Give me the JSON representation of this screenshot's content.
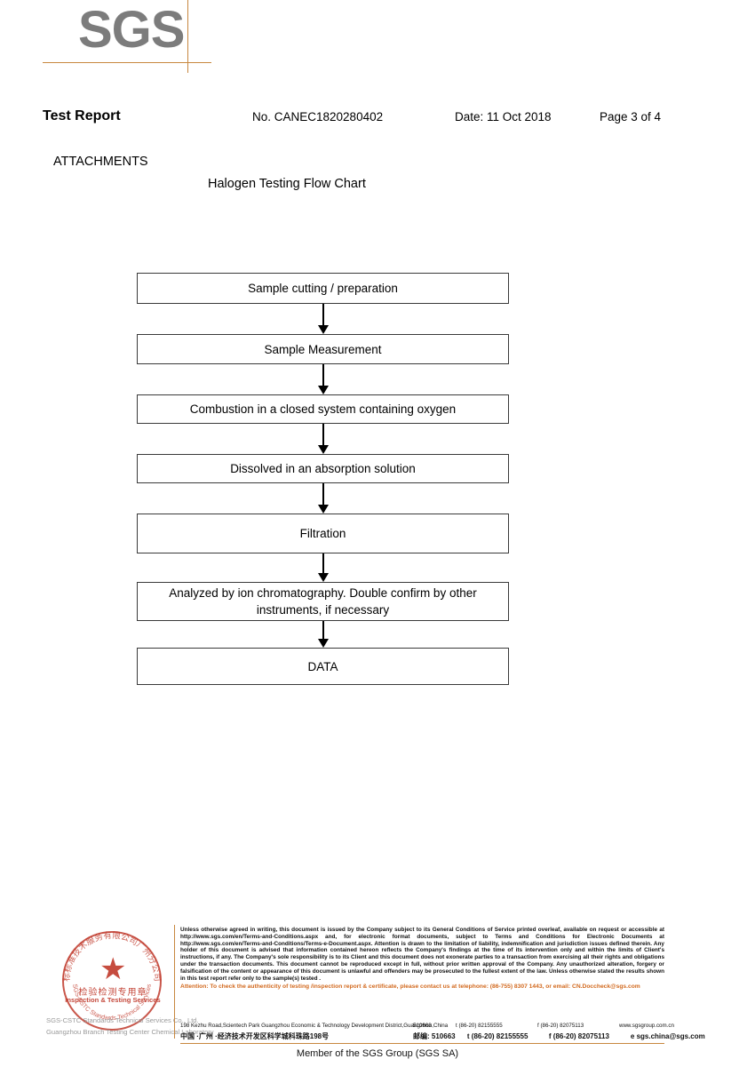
{
  "logo": {
    "text": "SGS",
    "rule_color": "#c8873f"
  },
  "header": {
    "title": "Test Report",
    "report_no": "No. CANEC1820280402",
    "date": "Date: 11 Oct 2018",
    "page": "Page 3 of 4"
  },
  "section": {
    "attachments": "ATTACHMENTS",
    "chart_title": "Halogen Testing Flow Chart"
  },
  "flow": {
    "steps": [
      "Sample cutting / preparation",
      "Sample Measurement",
      "Combustion in a closed system containing oxygen",
      "Dissolved in an absorption solution",
      "Filtration",
      "Analyzed by ion chromatography. Double confirm by other instruments, if necessary",
      "DATA"
    ]
  },
  "footer": {
    "legal": "Unless otherwise agreed in writing, this document is issued by the Company subject to its General Conditions of Service printed overleaf, available on request or accessible at http://www.sgs.com/en/Terms-and-Conditions.aspx and, for electronic format documents, subject to Terms and Conditions for Electronic Documents at http://www.sgs.com/en/Terms-and-Conditions/Terms-e-Document.aspx. Attention is drawn to the limitation of liability, indemnification and jurisdiction issues defined therein. Any holder of this document is advised that information contained hereon reflects the Company's findings at the time of its intervention only and within the limits of Client's instructions, if any. The Company's sole responsibility is to its Client and this document does not exonerate parties to a transaction from exercising all their rights and obligations under the transaction documents. This document cannot be reproduced except in full, without prior written approval of the Company. Any unauthorized alteration, forgery or falsification of the content or appearance of this document is unlawful and offenders may be prosecuted to the fullest extent of the law. Unless otherwise stated the results shown in this test report refer only to the sample(s) tested .",
    "attention": "Attention: To check the authenticity of testing /inspection report & certificate, please contact us at telephone: (86-755) 8307 1443, or email: CN.Doccheck@sgs.com",
    "attention_color": "#d2691e",
    "address_en": "198 Kezhu Road,Scientech Park Guangzhou Economic & Technology Development District,Guangzhou,China",
    "address_en_zip": "510663",
    "address_en_tel": "t (86-20) 82155555",
    "address_en_fax": "f (86-20) 82075113",
    "address_en_web": "www.sgsgroup.com.cn",
    "address_cn": "中国 ·广州 ·经济技术开发区科学城科珠路198号",
    "address_cn_zip_label": "邮编:",
    "address_cn_zip": "510663",
    "address_cn_tel": "t (86-20) 82155555",
    "address_cn_fax": "f (86-20) 82075113",
    "address_cn_email": "e sgs.china@sgs.com",
    "member": "Member of the SGS Group (SGS SA)"
  },
  "seal": {
    "star": "★",
    "chinese": "检验检测专用章",
    "english": "Inspection & Testing Services",
    "arc_text": "SGS-CSTC Standards Technical Services Co., Ltd.",
    "arc_text_bottom": "SGS-CSTC Standards Technical Services",
    "gray_line1": "SGS-CSTC Standards Technical Services Co., Ltd.",
    "gray_line2": "Guangzhou Branch Testing Center Chemical Laboratory",
    "color": "#c0392b"
  }
}
